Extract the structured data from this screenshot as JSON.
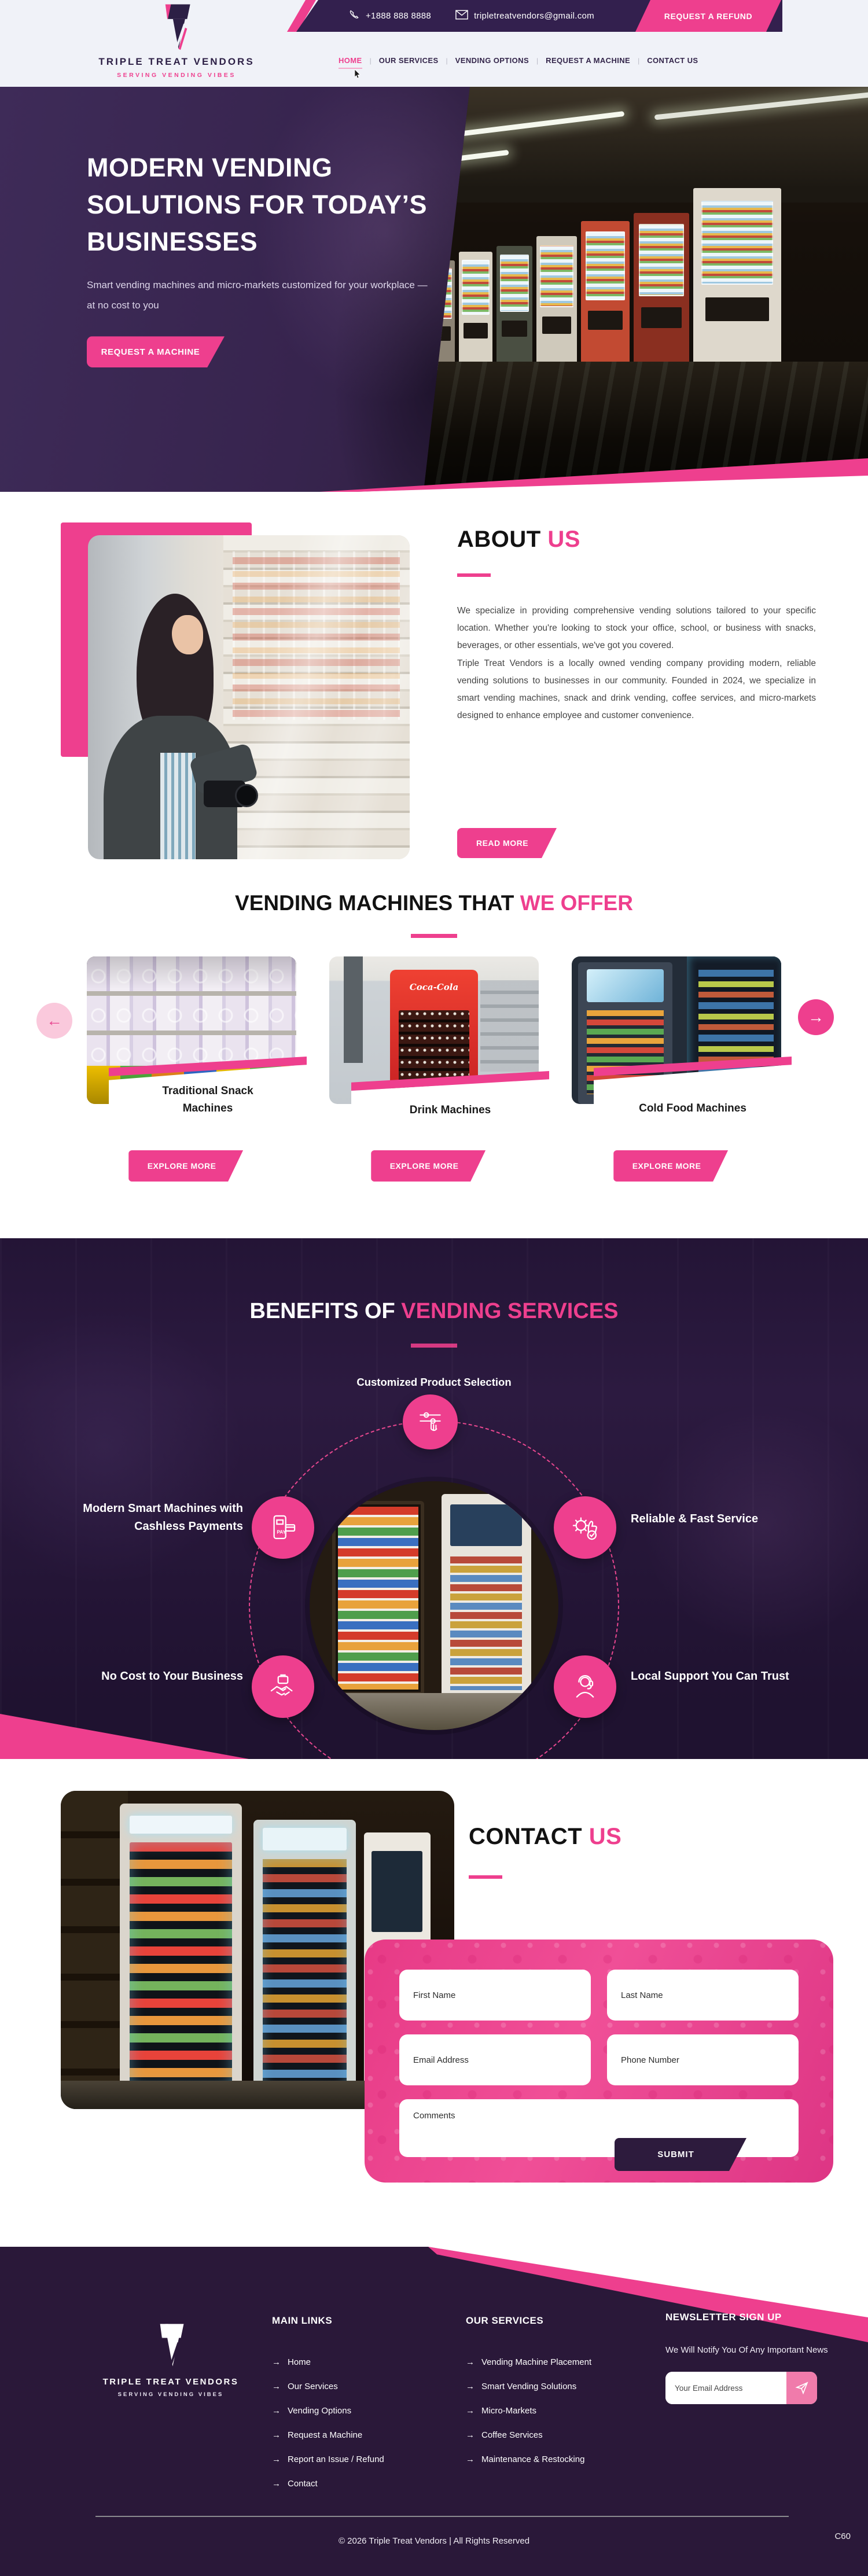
{
  "colors": {
    "accent_pink": "#EE3F8E",
    "dark_purple": "#33204E",
    "footer_purple": "#2A1839"
  },
  "icons": {
    "arrow_left": "←",
    "arrow_right": "→",
    "footer_bullet": "→"
  },
  "topbar": {
    "phone": "+1888 888 8888",
    "email": "tripletreatvendors@gmail.com",
    "refund_label": "REQUEST A REFUND"
  },
  "logo": {
    "name": "TRIPLE TREAT VENDORS",
    "tagline": "SERVING VENDING VIBES"
  },
  "nav": {
    "sep": "|",
    "items": [
      "HOME",
      "OUR SERVICES",
      "VENDING OPTIONS",
      "REQUEST A MACHINE",
      "CONTACT US"
    ]
  },
  "hero": {
    "title": "MODERN VENDING SOLUTIONS FOR TODAY’S BUSINESSES",
    "subtitle": "Smart vending machines and micro-markets customized for your workplace — at no cost to you",
    "cta": "REQUEST A MACHINE"
  },
  "about": {
    "title_black": "ABOUT",
    "title_pink": "US",
    "paragraph1": "We specialize in providing comprehensive vending solutions tailored to your specific location. Whether you're looking to stock your office, school, or business with snacks, beverages, or other essentials, we've got you covered.",
    "paragraph2": "Triple Treat Vendors is a locally owned vending company providing modern, reliable vending solutions to businesses in our community. Founded in 2024, we specialize in smart vending machines, snack and drink vending, coffee services, and micro-markets designed to enhance employee and customer convenience.",
    "cta": "READ MORE"
  },
  "machines": {
    "title_black": "VENDING MACHINES THAT",
    "title_pink": "WE OFFER",
    "explore_label": "EXPLORE MORE",
    "cards": [
      {
        "title": "Traditional Snack Machines"
      },
      {
        "title": "Drink Machines"
      },
      {
        "title": "Cold Food Machines"
      }
    ]
  },
  "benefits": {
    "title_white": "BENEFITS OF",
    "title_pink": "VENDING SERVICES",
    "top": "Customized Product Selection",
    "left": "Modern Smart Machines with Cashless Payments",
    "right": "Reliable & Fast Service",
    "bottom_left": "No Cost to Your Business",
    "bottom_right": "Local Support You Can Trust"
  },
  "contact": {
    "title_black": "CONTACT",
    "title_pink": "US",
    "first_name": "First Name",
    "last_name": "Last Name",
    "email": "Email Address",
    "phone": "Phone Number",
    "comments": "Comments",
    "submit": "SUBMIT"
  },
  "footer": {
    "main_links_title": "MAIN LINKS",
    "main_links": [
      "Home",
      "Our Services",
      "Vending Options",
      "Request a Machine",
      "Report an Issue / Refund",
      "Contact"
    ],
    "services_title": "OUR SERVICES",
    "services": [
      "Vending Machine Placement",
      "Smart Vending Solutions",
      "Micro-Markets",
      "Coffee Services",
      "Maintenance & Restocking"
    ],
    "newsletter_title": "NEWSLETTER SIGN UP",
    "newsletter_text": "We Will Notify You Of Any Important News",
    "email_placeholder": "Your Email Address",
    "copyright": "© 2026 Triple Treat Vendors | All Rights Reserved",
    "code": "C60"
  }
}
